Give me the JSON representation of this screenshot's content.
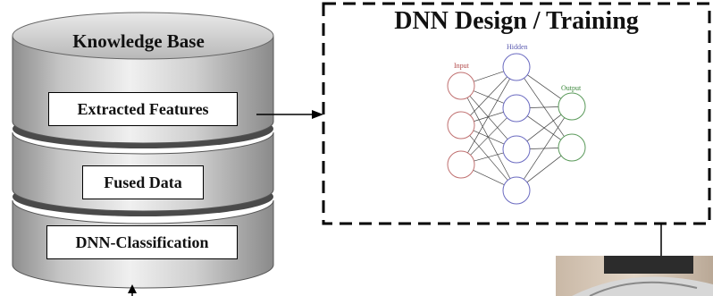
{
  "knowledge_base": {
    "title": "Knowledge Base",
    "layers": [
      "Extracted Features",
      "Fused Data",
      "DNN-Classification"
    ]
  },
  "dnn_panel": {
    "title": "DNN Design / Training",
    "network": {
      "input_label": "Input",
      "hidden_label": "Hidden",
      "output_label": "Output",
      "input_nodes": 3,
      "hidden_nodes": 4,
      "output_nodes": 2,
      "colors": {
        "input": "#c07070",
        "hidden": "#6a6ac0",
        "output": "#5a9a5a"
      }
    }
  }
}
